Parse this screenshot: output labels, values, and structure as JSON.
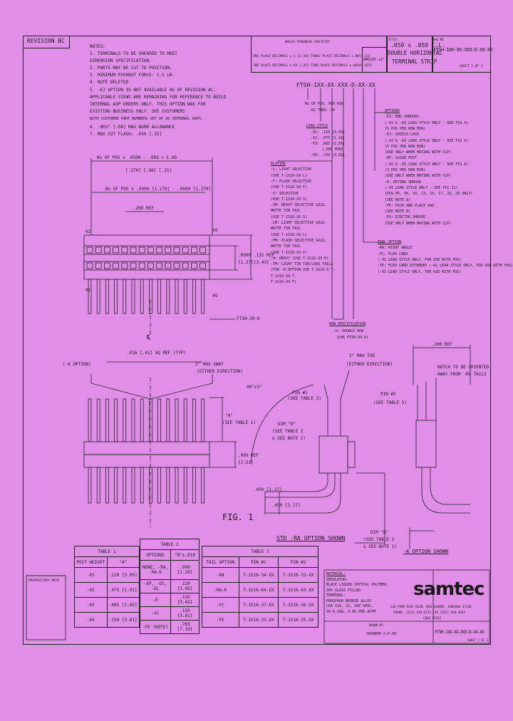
{
  "title_block": {
    "revision": "REVISION BC",
    "title_label": "TITLE:",
    "title_lines": [
      ".050 x .050 C.L.",
      "DOUBLE HORIZONTAL",
      "TERMINAL STRIP"
    ],
    "dwg_no_label": "DWG NO.",
    "dwg_no": "FTSH-1XX-XX-XXX-D-XX-XX",
    "sheet": "SHEET 1 OF 3",
    "tolerances": [
      "ONE PLACE DECIMALS ±.1 [2.54]  THREE PLACE DECIMALS ±.005[.13]",
      "TWO PLACE DECIMALS ±.01 [.25]  FOUR PLACE DECIMALS ±.0010[.025]"
    ],
    "angles": "ANGLES ±1°",
    "unless": "UNLESS OTHERWISE SPECIFIED"
  },
  "notes": [
    "NOTES:",
    "1. TERMINALS TO BE SHEARED TO MEET",
    "   DIMENSION SPECIFICATION.",
    "2. PARTS MAY BE CUT TO POSITION.",
    "3. MINIMUM PUSHOUT FORCE: 1.5 LB.",
    "4. NOTE DELETED",
    "5. -EJ OPTION IS NOT AVAILABLE AS OF REVISION AC.",
    "   APPLICABLE VIEWS ARE REMAINING FOR REFERENCE TO BUILD",
    "   INTERNAL ASP ORDERS ONLY. THIS OPTION WAS FOR",
    "   EXISTING BUSINESS ONLY. SEE CUSTOMERS",
    "   WITH CUSTOMER PART NUMBERS SET UP AS INTERNAL ASPS.",
    "6. .003\" [.08] MAX BURR ALLOWANCE",
    "7. MAX CUT FLASH: .010 [.25]"
  ],
  "part_number": {
    "code": "FTSH-1XX-XX-XXX-D-XX-XX",
    "positions": [
      "No OF POS. PER ROW",
      "-02 THRU -50"
    ],
    "lead": [
      "LEAD STYLE",
      "-01: .120 [3.05]",
      "-02: .075 [1.91]",
      "-03: .065 [1.65]",
      "(.065 MIN)",
      "-04: .150 [3.81]"
    ],
    "plating": [
      "PLATING",
      "-L: LIGHT SELECTIVE",
      "(USE T-1S16-XX-L)",
      "-F: FLASH SELECTIVE",
      "(USE T-1S16-XX-F)",
      "-S: SELECTIVE",
      "(USE T-1S16-XX-S)",
      "-SM: HEAVY SELECTIVE GOLD,",
      "MATTE TIN TAIL",
      "(USE T-1S16-XX-S)",
      "-LM: LIGHT SELECTIVE GOLD,",
      "MATTE TIN TAIL",
      "(USE T-1S16-XX-L)",
      "-FM: FLASH SELECTIVE GOLD,",
      "MATTE TIN TAIL",
      "(USE T-1S16-XX-F)",
      "-H: HEAVY (USE T-1S16-XX-H)",
      "-TM: LIGHT TIN TIN/LEAD TAILS",
      "(FOR -H OPTION USE T-1S16-X-T,",
      "T-1S16-XX-T,",
      "T-1S16-XX-T)"
    ],
    "row_spec": [
      "ROW SPECIFICATION",
      "-D: DOUBLE ROW",
      "(USE FTSH-XX-D)"
    ],
    "options": [
      "OPTIONS",
      "-ES: END SHROUDS",
      "(-02 & -03 LEAD STYLE ONLY - SEE FIG 4)",
      "(5 POS PER ROW MIN)",
      "-EJ: SHIELD LOCK",
      "(-02 & -03 LEAD STYLE ONLY - SEE FIG 5)",
      "(5 POS PER ROW MIN)",
      "(USE ONLY WHEN MATING WITH CLP)",
      "-EP: GUIDE POST",
      "(-02 & -03 LEAD STYLE ONLY - SEE FIG 6)",
      "(3 POS PER ROW MIN)",
      "(USE ONLY WHEN MATING WITH CLP)",
      "-K: KEYING SHROUD",
      "(-01 LEAD STYLE ONLY - SEE FIG 11)",
      "(POS 05, 06, 10, 13, 15, 17, 20, 25 ONLY)",
      "(SEE NOTE 8)",
      "-FE: PICK AND PLACE PAD",
      "(SEE NOTE 8)",
      "-EX: EJECTOR SHROUD",
      "(USE ONLY WHEN MATING WITH CLP)"
    ],
    "tail_option": [
      "TAIL OPTION",
      "-RA: RIGHT ANGLE",
      "-FC: FLEX CARD",
      "(-01 LEAD STYLE ONLY, FOR USE WITH FUS)",
      "-FE: FLEX CARD EXTENDED (-01 LEAD STYLE ONLY, FOR USE WITH FUS)",
      "(-01 LEAD STYLE ONLY, FOR USE WITH FUS)"
    ]
  },
  "front_view": {
    "dim_a": "No OF POS x .0500 - .003 = C.06",
    "dim_a_mm": "[.270]   [.08]   [.15]",
    "dim_b": "No OF POS x .0500 [1.270] - .0500 [1.270]",
    "ref": ".200 REF",
    "label_02": "02",
    "label_01": "01",
    "label_50": "50",
    "label_49": "49",
    "d1": ".0500",
    "d1mm": "[1.27]",
    "d2": ".135 REF",
    "d2mm": "[3.43]",
    "callout": "FTSH-30-D",
    "cl": "℄"
  },
  "side_view": {
    "k_option": "(-K OPTION)",
    "sq_ref": ".016 [.41] SQ REF (TYP)",
    "sway": "2° MAX SWAY",
    "sway_dir": "(EITHER DIRECTION)",
    "a_dim": "\"A\"",
    "see_table1": "(SEE TABLE 1)",
    "ref_099": ".099 REF",
    "ref_099mm": "[2.51]",
    "fig": "FIG. 1"
  },
  "ra_view": {
    "angle": "90°±3°",
    "pin1": "PIN #1",
    "see_t3a": "(SEE TABLE 3)",
    "pin2": "PIN #2",
    "see_t3b": "(SEE TABLE 3)",
    "toe": "2° MAX TOE",
    "toe_dir": "(EITHER DIRECTION)",
    "dim_b": "DIM \"B\"",
    "see_t2": "(SEE TABLE 2",
    "note1": "& SEE NOTE 1)",
    "d050": ".050 [1.27]",
    "d050b": ".050 [1.27]",
    "caption": "STD -RA OPTION SHOWN"
  },
  "k_view": {
    "ref": ".200 REF",
    "notch": [
      "NOTCH TO BE ORIENTED",
      "AWAY FROM -RA TAILS"
    ],
    "dim_b": "DIM \"B\"",
    "see_t2": "(SEE TABLE 2",
    "note1": "& SEE NOTE 1)",
    "caption": "-K OPTION SHOWN"
  },
  "table1": {
    "title": "TABLE 1",
    "headers": [
      "POST HEIGHT",
      "\"A\""
    ],
    "rows": [
      [
        "-01",
        ".120 [3.05]"
      ],
      [
        "-02",
        ".075 [1.91]"
      ],
      [
        "-03",
        ".065 [1.65]"
      ],
      [
        "-04",
        ".150 [3.81]"
      ]
    ]
  },
  "table2": {
    "title": "TABLE 2",
    "headers": [
      "OPTIONS",
      "\"B\"±.010"
    ],
    "rows": [
      [
        "NONE, -RA, -RA-K",
        ".090 [2.29]"
      ],
      [
        "-EP, -ES, -EL",
        ".120 [3.05]"
      ],
      [
        "-E",
        ".135 [3.43]"
      ],
      [
        "-FC",
        ".150 [3.81]"
      ],
      [
        "-FE (NOTE)",
        ".283 [7.19]"
      ]
    ]
  },
  "table3": {
    "title": "TABLE 3",
    "headers": [
      "TAIL OPTION",
      "PIN #1",
      "PIN #2"
    ],
    "rows": [
      [
        "-RA",
        "T-1S16-34-XX",
        "T-1S16-33-XX"
      ],
      [
        "-RA-K",
        "T-1S16-64-XX",
        "T-1S16-63-XX"
      ],
      [
        "-FC",
        "T-1S16-37-XX",
        "T-1S16-36-XX"
      ],
      [
        "-FE",
        "T-1S16-33-XX",
        "T-1S16-35-XX"
      ]
    ]
  },
  "material": [
    "MATERIAL:",
    "INSULATOR:",
    "BLACK LIQUID CRYSTAL POLYMER,",
    "30% GLASS FILLED",
    "TERMINAL:",
    "PHOSPHOR BRONZE ALLOY",
    "CDA 510, 2G, SEE SPEC.",
    "20-6-18A, 3.0% PER ASTM"
  ],
  "company": {
    "logo": "samtec",
    "address": "520 PARK EAST BLVD, NEW ALBANY, INDIANA 47150",
    "phone": "PHONE: (812) 944-6733  FAX (812) 948-5047",
    "code": "CODE 55322",
    "proprietary": "PROPRIETARY NOTE",
    "drawn": "DRAWN BY:",
    "drawn_name": "SWINDER-S-P-08",
    "dwg_ref": "FTSH-1XX-XX-XXX-D-XX-XX",
    "sheet2": "SHEET 1 OF 3"
  }
}
